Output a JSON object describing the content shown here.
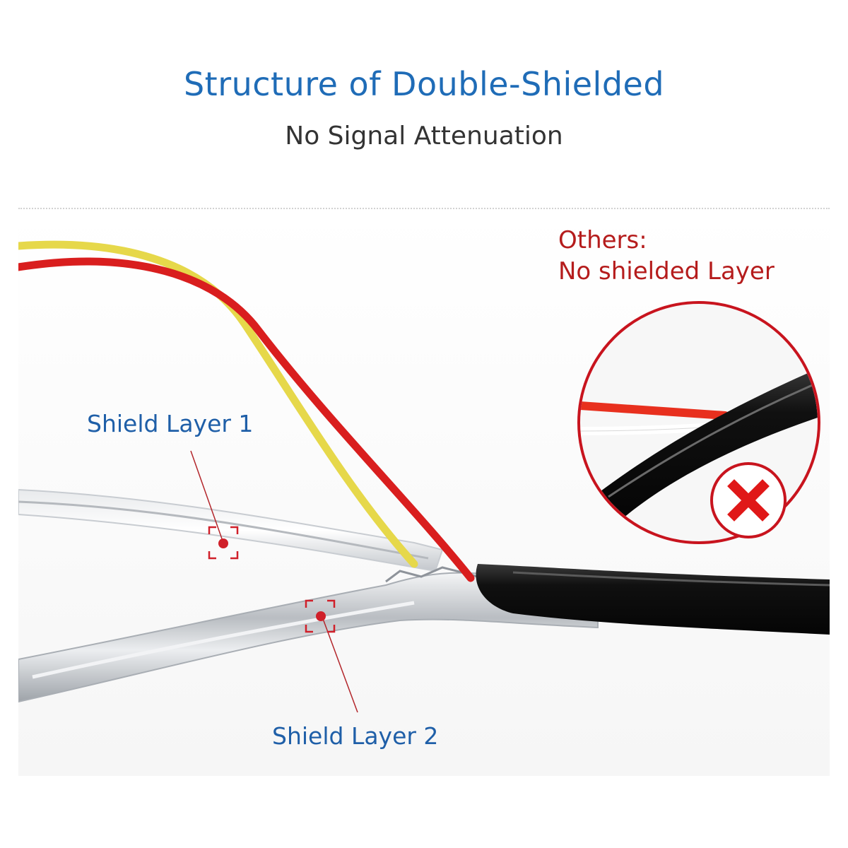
{
  "header": {
    "title": "Structure of Double-Shielded",
    "subtitle": "No Signal Attenuation"
  },
  "labels": {
    "shield_layer_1": "Shield Layer 1",
    "shield_layer_2": "Shield Layer 2"
  },
  "comparison": {
    "line1": "Others:",
    "line2": "No shielded Layer"
  },
  "colors": {
    "title_blue": "#1f6cb7",
    "label_blue": "#1f5fa8",
    "accent_red": "#c8141e",
    "wire_red": "#d91e1e",
    "wire_yellow": "#e6d84a",
    "jacket_black": "#151515",
    "foil_silver": "#c9ccd0"
  },
  "icons": {
    "reject_mark": "x-mark-icon",
    "target_marker": "crosshair-icon"
  }
}
